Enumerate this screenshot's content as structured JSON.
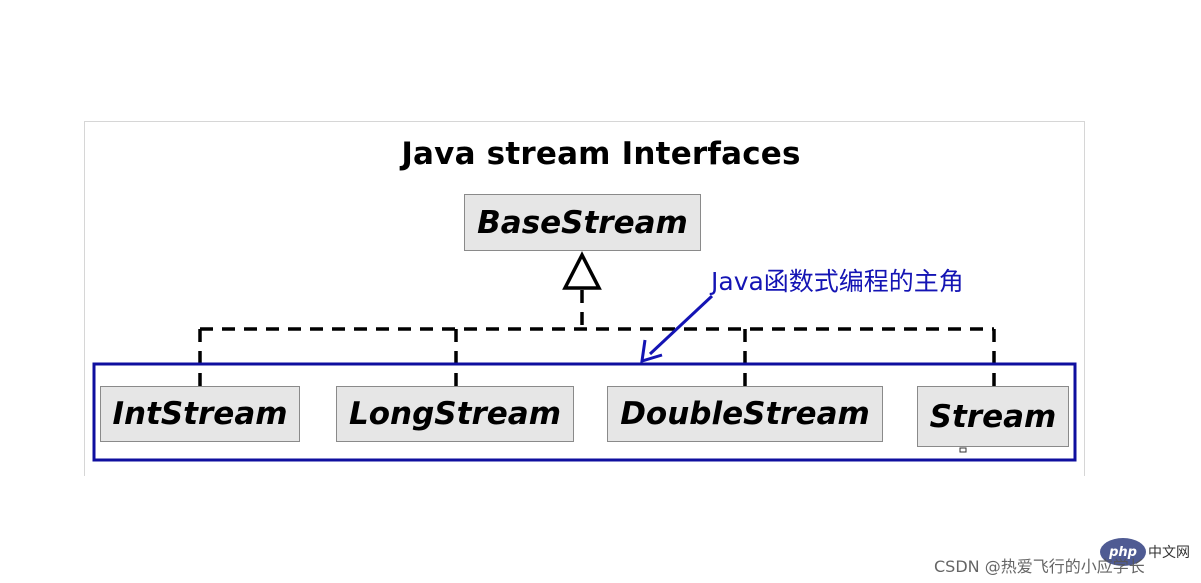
{
  "diagram": {
    "title": "Java stream Interfaces",
    "parent": {
      "name": "BaseStream"
    },
    "children": [
      {
        "name": "IntStream"
      },
      {
        "name": "LongStream"
      },
      {
        "name": "DoubleStream"
      },
      {
        "name": "Stream"
      }
    ],
    "relationship": "realization",
    "annotation": {
      "text": "Java函数式编程的主角",
      "color": "#1414b4"
    },
    "highlight_color": "#0f0f9f"
  },
  "watermark": {
    "text": "CSDN @热爱飞行的小应学长",
    "badge": "php",
    "badge_side_text": "中文网"
  }
}
